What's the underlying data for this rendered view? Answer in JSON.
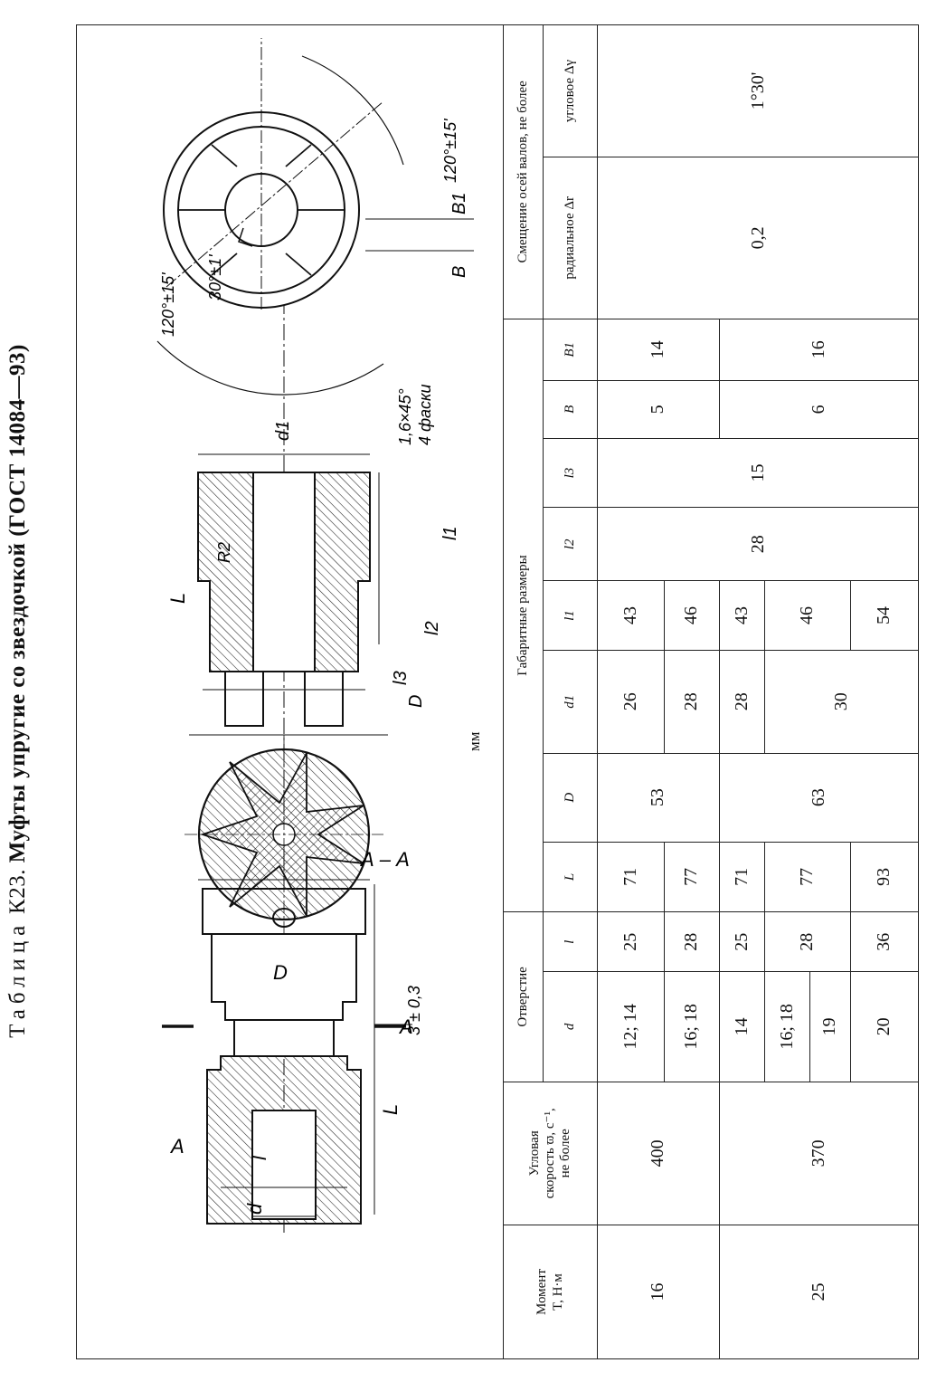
{
  "title": {
    "prefix": "Таблица",
    "number": "К23.",
    "name": "Муфты упругие со звездочкой (ГОСТ 14084—93)"
  },
  "drawing": {
    "left_view": {
      "labels": [
        "A",
        "A",
        "D",
        "3 ± 0,3",
        "L",
        "l",
        "d"
      ]
    },
    "section_label": "А – А",
    "mid_view": {
      "labels": [
        "L",
        "R2",
        "1,6×45°",
        "4 фаски",
        "l1",
        "l2",
        "l3",
        "d1",
        "D"
      ]
    },
    "right_view": {
      "labels": [
        "120°±15'",
        "120°±15'",
        "30°±1'",
        "B1",
        "B"
      ]
    }
  },
  "unit": "мм",
  "table": {
    "headers": {
      "moment": "Момент\nT, Н·м",
      "speed": "Угловая\nскорость ϖ, с⁻¹,\nне более",
      "hole": "Отверстие",
      "dims": "Габаритные размеры",
      "offset": "Смещение осей валов, не более",
      "d": "d",
      "l": "l",
      "L": "L",
      "D": "D",
      "d1": "d1",
      "l1": "l1",
      "l2": "l2",
      "l3": "l3",
      "B": "B",
      "B1": "B1",
      "radial": "радиальное Δr",
      "angular": "угловое Δγ"
    },
    "groups": [
      {
        "moment": "16",
        "speed": "400",
        "D": "53",
        "B": "5",
        "B1": "14"
      },
      {
        "moment": "25",
        "speed": "370",
        "D": "63",
        "B": "6",
        "B1": "16"
      }
    ],
    "l2": "28",
    "l3": "15",
    "radial": "0,2",
    "angular": "1°30'",
    "rows": [
      {
        "d": "12; 14",
        "l": "25",
        "L": "71",
        "d1": "26",
        "l1": "43"
      },
      {
        "d": "16; 18",
        "l": "28",
        "L": "77",
        "d1": "28",
        "l1": "46"
      },
      {
        "d": "14",
        "l": "25",
        "L": "71",
        "d1": "28",
        "l1": "43"
      },
      {
        "d": "16; 18",
        "l": "28",
        "L": "77",
        "d1": "30",
        "l1": "46"
      },
      {
        "d": "19"
      },
      {
        "d": "20",
        "l": "36",
        "L": "93",
        "l1": "54"
      }
    ]
  }
}
